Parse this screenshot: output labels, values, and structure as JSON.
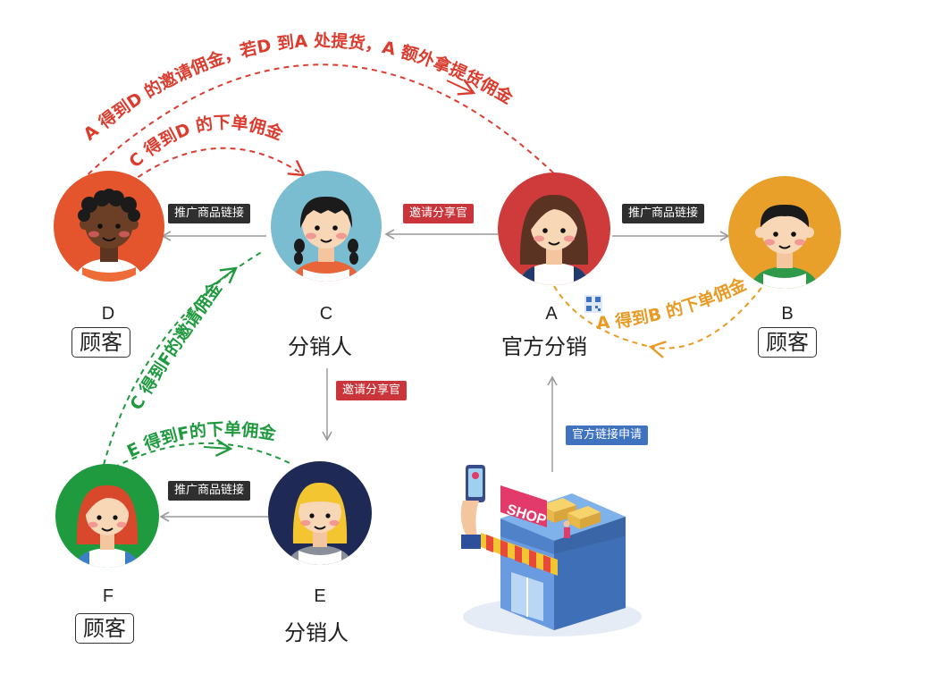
{
  "persons": {
    "A": {
      "letter": "A",
      "role": "官方分销"
    },
    "B": {
      "letter": "B",
      "role": "顾客"
    },
    "C": {
      "letter": "C",
      "role": "分销人"
    },
    "D": {
      "letter": "D",
      "role": "顾客"
    },
    "E": {
      "letter": "E",
      "role": "分销人"
    },
    "F": {
      "letter": "F",
      "role": "顾客"
    }
  },
  "tags": {
    "promote_cd": "推广商品链接",
    "promote_ab": "推广商品链接",
    "promote_ef": "推广商品链接",
    "invite_ac": "邀请分享官",
    "invite_ce": "邀请分享官",
    "official_apply": "官方链接申请"
  },
  "arcs": {
    "a_d": "A 得到D 的邀请佣金，若D 到A 处提货，A 额外拿提货佣金",
    "c_d": "C 得到D 的下单佣金",
    "a_b": "A 得到B 的下单佣金",
    "c_f": "C 得到F的邀请佣金",
    "e_f": "E 得到F的下单佣金"
  },
  "shop_sign": "SHOP",
  "colors": {
    "red_arc": "#dc3c2e",
    "orange_arc": "#e89a22",
    "green_arc": "#1f9a3f",
    "gray_arrow": "#9a9a9a",
    "tag_dark": "#2f2f2f",
    "tag_red": "#c9353a",
    "tag_blue": "#3f73c0"
  }
}
